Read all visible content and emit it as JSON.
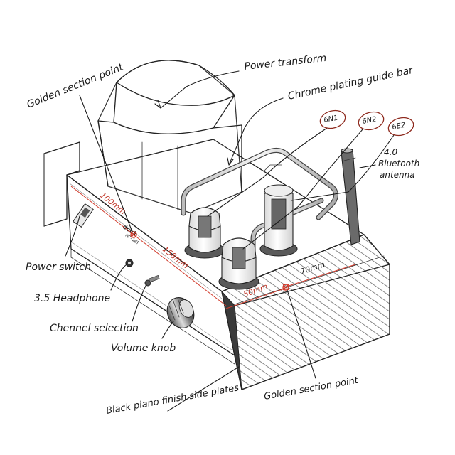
{
  "callouts": {
    "golden_top": "Golden section point",
    "power_transform": "Power transform",
    "chrome_bar": "Chrome plating guide bar",
    "bluetooth_line1": "4.0",
    "bluetooth_line2": "Bluetooth",
    "bluetooth_line3": "antenna",
    "power_switch": "Power switch",
    "headphone": "3.5 Headphone",
    "channel": "Chennel selection",
    "volume": "Volume knob",
    "side_plates": "Black piano finish side plates",
    "golden_bottom": "Golden section point"
  },
  "tubes": {
    "t1": "6N1",
    "t2": "6N2",
    "t3": "6E2"
  },
  "dimensions": {
    "d100": "100mm",
    "d158": "158mm",
    "d50": "50mm",
    "d70": "70mm"
  },
  "panel": {
    "brand": "douk",
    "model": "MP-10T"
  },
  "colors": {
    "dimension_red": "#d13a2b",
    "tube_circle": "#8e2a1e",
    "ink": "#1a1a1a"
  }
}
